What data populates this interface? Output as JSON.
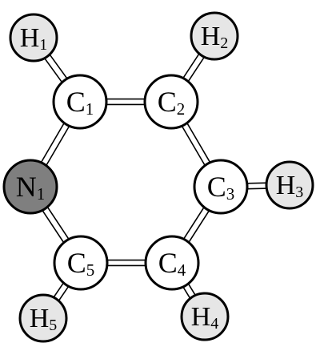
{
  "colors": {
    "carbon_fill": "#ffffff",
    "hydrogen_fill": "#e6e6e6",
    "nitrogen_fill": "#7f7f7f",
    "outline": "#000000"
  },
  "atoms": [
    {
      "id": "H1",
      "element": "H",
      "index": "1"
    },
    {
      "id": "H2",
      "element": "H",
      "index": "2"
    },
    {
      "id": "C1",
      "element": "C",
      "index": "1"
    },
    {
      "id": "C2",
      "element": "C",
      "index": "2"
    },
    {
      "id": "N1",
      "element": "N",
      "index": "1"
    },
    {
      "id": "C3",
      "element": "C",
      "index": "3"
    },
    {
      "id": "H3",
      "element": "H",
      "index": "3"
    },
    {
      "id": "C5",
      "element": "C",
      "index": "5"
    },
    {
      "id": "C4",
      "element": "C",
      "index": "4"
    },
    {
      "id": "H5",
      "element": "H",
      "index": "5"
    },
    {
      "id": "H4",
      "element": "H",
      "index": "4"
    }
  ]
}
